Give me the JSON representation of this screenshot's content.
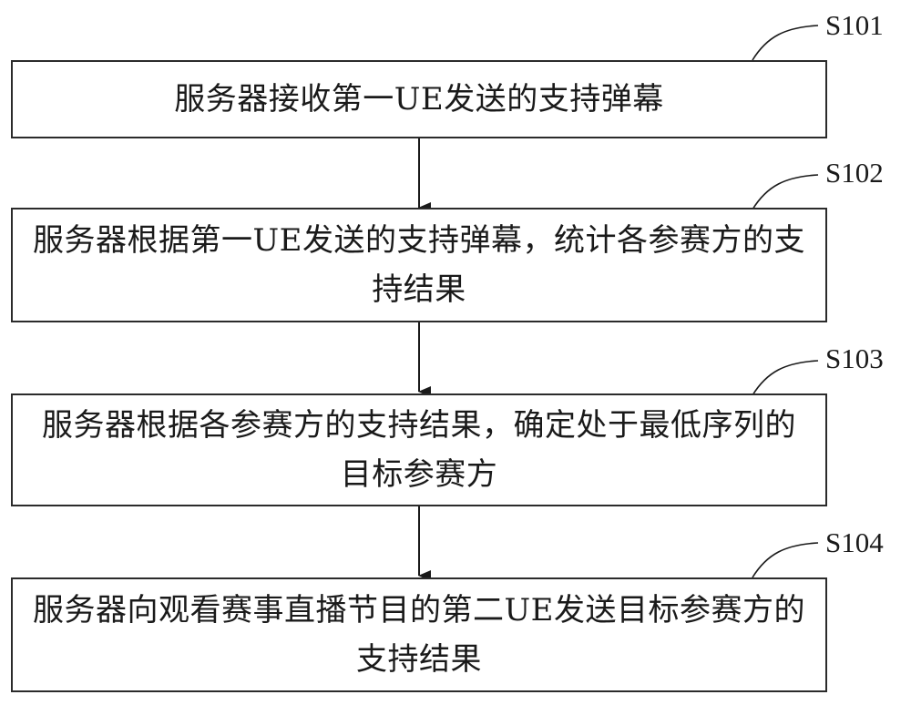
{
  "flowchart": {
    "steps": [
      {
        "id": "S101",
        "text": "服务器接收第一UE发送的支持弹幕"
      },
      {
        "id": "S102",
        "text": "服务器根据第一UE发送的支持弹幕，统计各参赛方的支持结果"
      },
      {
        "id": "S103",
        "text": "服务器根据各参赛方的支持结果，确定处于最低序列的目标参赛方"
      },
      {
        "id": "S104",
        "text": "服务器向观看赛事直播节目的第二UE发送目标参赛方的支持结果"
      }
    ]
  }
}
